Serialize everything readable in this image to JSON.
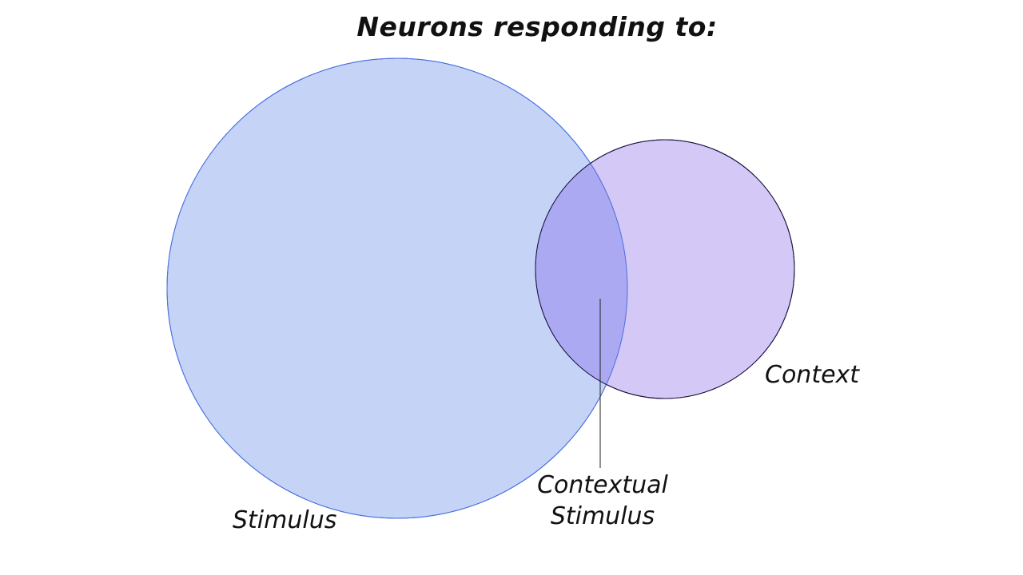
{
  "diagram": {
    "title": "Neurons responding to:",
    "sets": [
      {
        "name": "stimulus",
        "label": "Stimulus",
        "fill": "#c4d3f6",
        "stroke": "#4a6fe0"
      },
      {
        "name": "context",
        "label": "Context",
        "fill": "#d3c8f6",
        "stroke": "#1a1240"
      }
    ],
    "intersection": {
      "label_line1": "Contextual",
      "label_line2": "Stimulus",
      "fill": "#aba9f1"
    }
  }
}
